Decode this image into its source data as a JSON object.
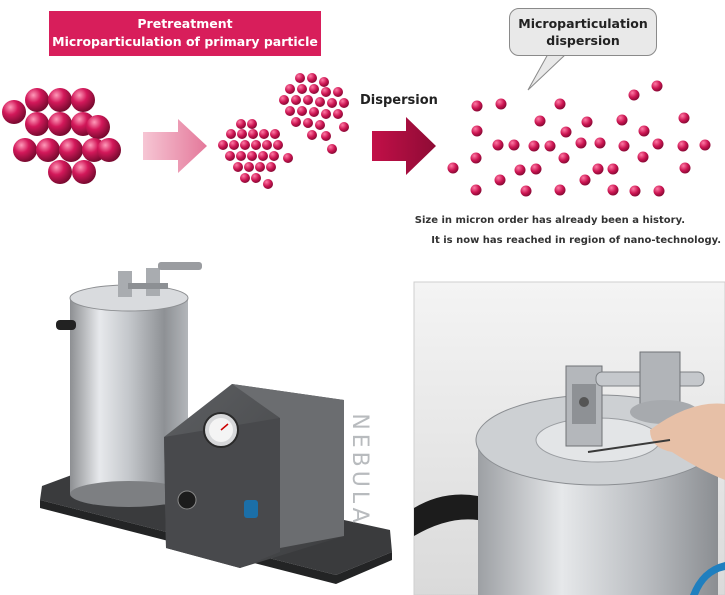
{
  "banner": {
    "line1": "Pretreatment",
    "line2": "Microparticulation of primary particle"
  },
  "callout": {
    "line1": "Microparticulation",
    "line2": "dispersion"
  },
  "dispersion_label": "Dispersion",
  "caption": {
    "line1": "Size in micron order has already been a history.",
    "line2": "It is now has reached in region of nano-technology."
  },
  "device": {
    "brand": "NEBULA"
  },
  "colors": {
    "accent": "#d81e5b",
    "particle": "#c8154f",
    "arrow_light": "#f0a0b8",
    "arrow_dark": "#b0103f"
  }
}
